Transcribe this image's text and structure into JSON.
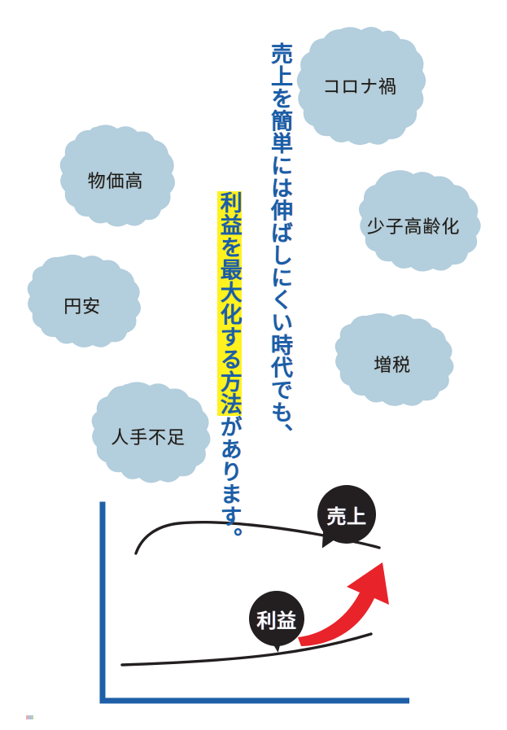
{
  "document": {
    "title": "売上を簡単には伸ばしにくい時代でも、利益を最大化する方法があります。",
    "language": "ja"
  },
  "headline": {
    "line_1": "売上を簡単には伸ばしにくい時代でも、",
    "line_2_highlighted": "利益を最大化する方法",
    "line_2_plain": "があります。",
    "text_color": "#1a5ea8",
    "highlight_color": "#fff21e"
  },
  "keyword_blobs": {
    "fill_color": "#b3cedd",
    "text_color": "#1a1a1a",
    "items": [
      {
        "id": "corona",
        "label": "コロナ禍"
      },
      {
        "id": "bukkadaka",
        "label": "物価高"
      },
      {
        "id": "shoushi",
        "label": "少子高齢化"
      },
      {
        "id": "enyasu",
        "label": "円安"
      },
      {
        "id": "zouzei",
        "label": "増税"
      },
      {
        "id": "hitodebusoku",
        "label": "人手不足"
      }
    ]
  },
  "chart": {
    "axis_color": "#1f5fa8",
    "curve_color": "#231f20",
    "arrow_color": "#e8232a",
    "bubbles": [
      {
        "id": "uriage",
        "label": "売上",
        "bubble_color": "#231f20",
        "text_color": "#ffffff"
      },
      {
        "id": "rieki",
        "label": "利益",
        "bubble_color": "#231f20",
        "text_color": "#ffffff"
      }
    ]
  },
  "chart_data": {
    "type": "line",
    "title": "",
    "xlabel": "",
    "ylabel": "",
    "xlim": [
      0,
      100
    ],
    "ylim": [
      0,
      100
    ],
    "grid": false,
    "legend": "inline-bubble-labels",
    "annotations": [
      {
        "text": "売上",
        "kind": "curve-label",
        "attached_to": "売上",
        "position": "top-right"
      },
      {
        "text": "利益",
        "kind": "curve-label",
        "attached_to": "利益",
        "position": "mid-right"
      },
      {
        "text": "",
        "kind": "red-growth-arrow",
        "direction": "up-right",
        "color": "#e8232a"
      }
    ],
    "series": [
      {
        "name": "売上",
        "color": "#231f20",
        "description": "急伸後に頭打ちし緩やかに下降",
        "x": [
          4,
          12,
          22,
          36,
          50,
          64,
          78,
          92,
          100
        ],
        "values": [
          62,
          76,
          80,
          80,
          78,
          75,
          72,
          69,
          67
        ]
      },
      {
        "name": "利益",
        "color": "#231f20",
        "description": "横ばいから後半に上昇",
        "x": [
          4,
          18,
          34,
          50,
          64,
          76,
          88,
          100
        ],
        "values": [
          16,
          16,
          17,
          18,
          20,
          25,
          31,
          35
        ]
      }
    ]
  }
}
